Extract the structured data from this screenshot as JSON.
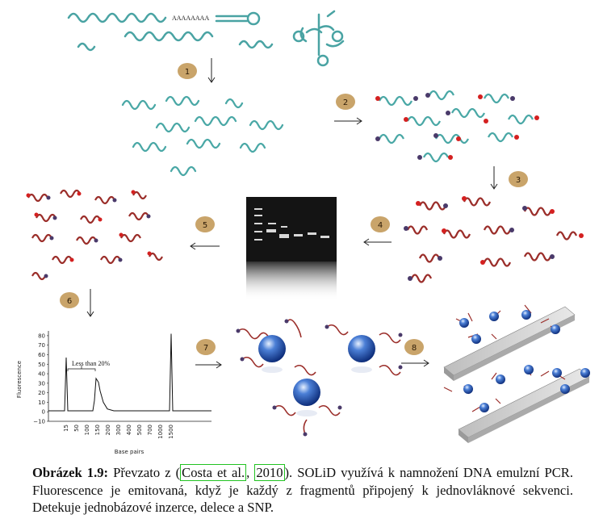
{
  "figure": {
    "polyA": "AAAAAAAA",
    "steps": [
      "1",
      "2",
      "3",
      "4",
      "5",
      "6",
      "7",
      "8"
    ],
    "chart_data": {
      "type": "line",
      "ylabel": "Fluorescence",
      "xlabel": "Base pairs",
      "annotation": "Less than 20%",
      "y_ticks": [
        "80",
        "70",
        "60",
        "50",
        "40",
        "30",
        "20",
        "10",
        "0",
        "−10"
      ],
      "x_ticks": [
        "15",
        "50",
        "100",
        "150",
        "200",
        "300",
        "400",
        "500",
        "700",
        "1000",
        "1500"
      ],
      "ylim": [
        -10,
        85
      ],
      "peaks": [
        {
          "x": 15,
          "y": 57
        },
        {
          "x": 150,
          "y": 35
        },
        {
          "x": 1500,
          "y": 82
        }
      ]
    }
  },
  "caption": {
    "label": "Obrázek 1.9:",
    "pre": " Převzato z (",
    "cite_author": "Costa et al.",
    "cite_sep": ", ",
    "cite_year": "2010",
    "post": "). SOLiD využívá k namnožení DNA emulzní PCR. Fluorescence je emitovaná, když je každý z fragmentů připojený k jednovláknové sekvenci. Detekuje jednobázové inzerce, delece a SNP."
  }
}
